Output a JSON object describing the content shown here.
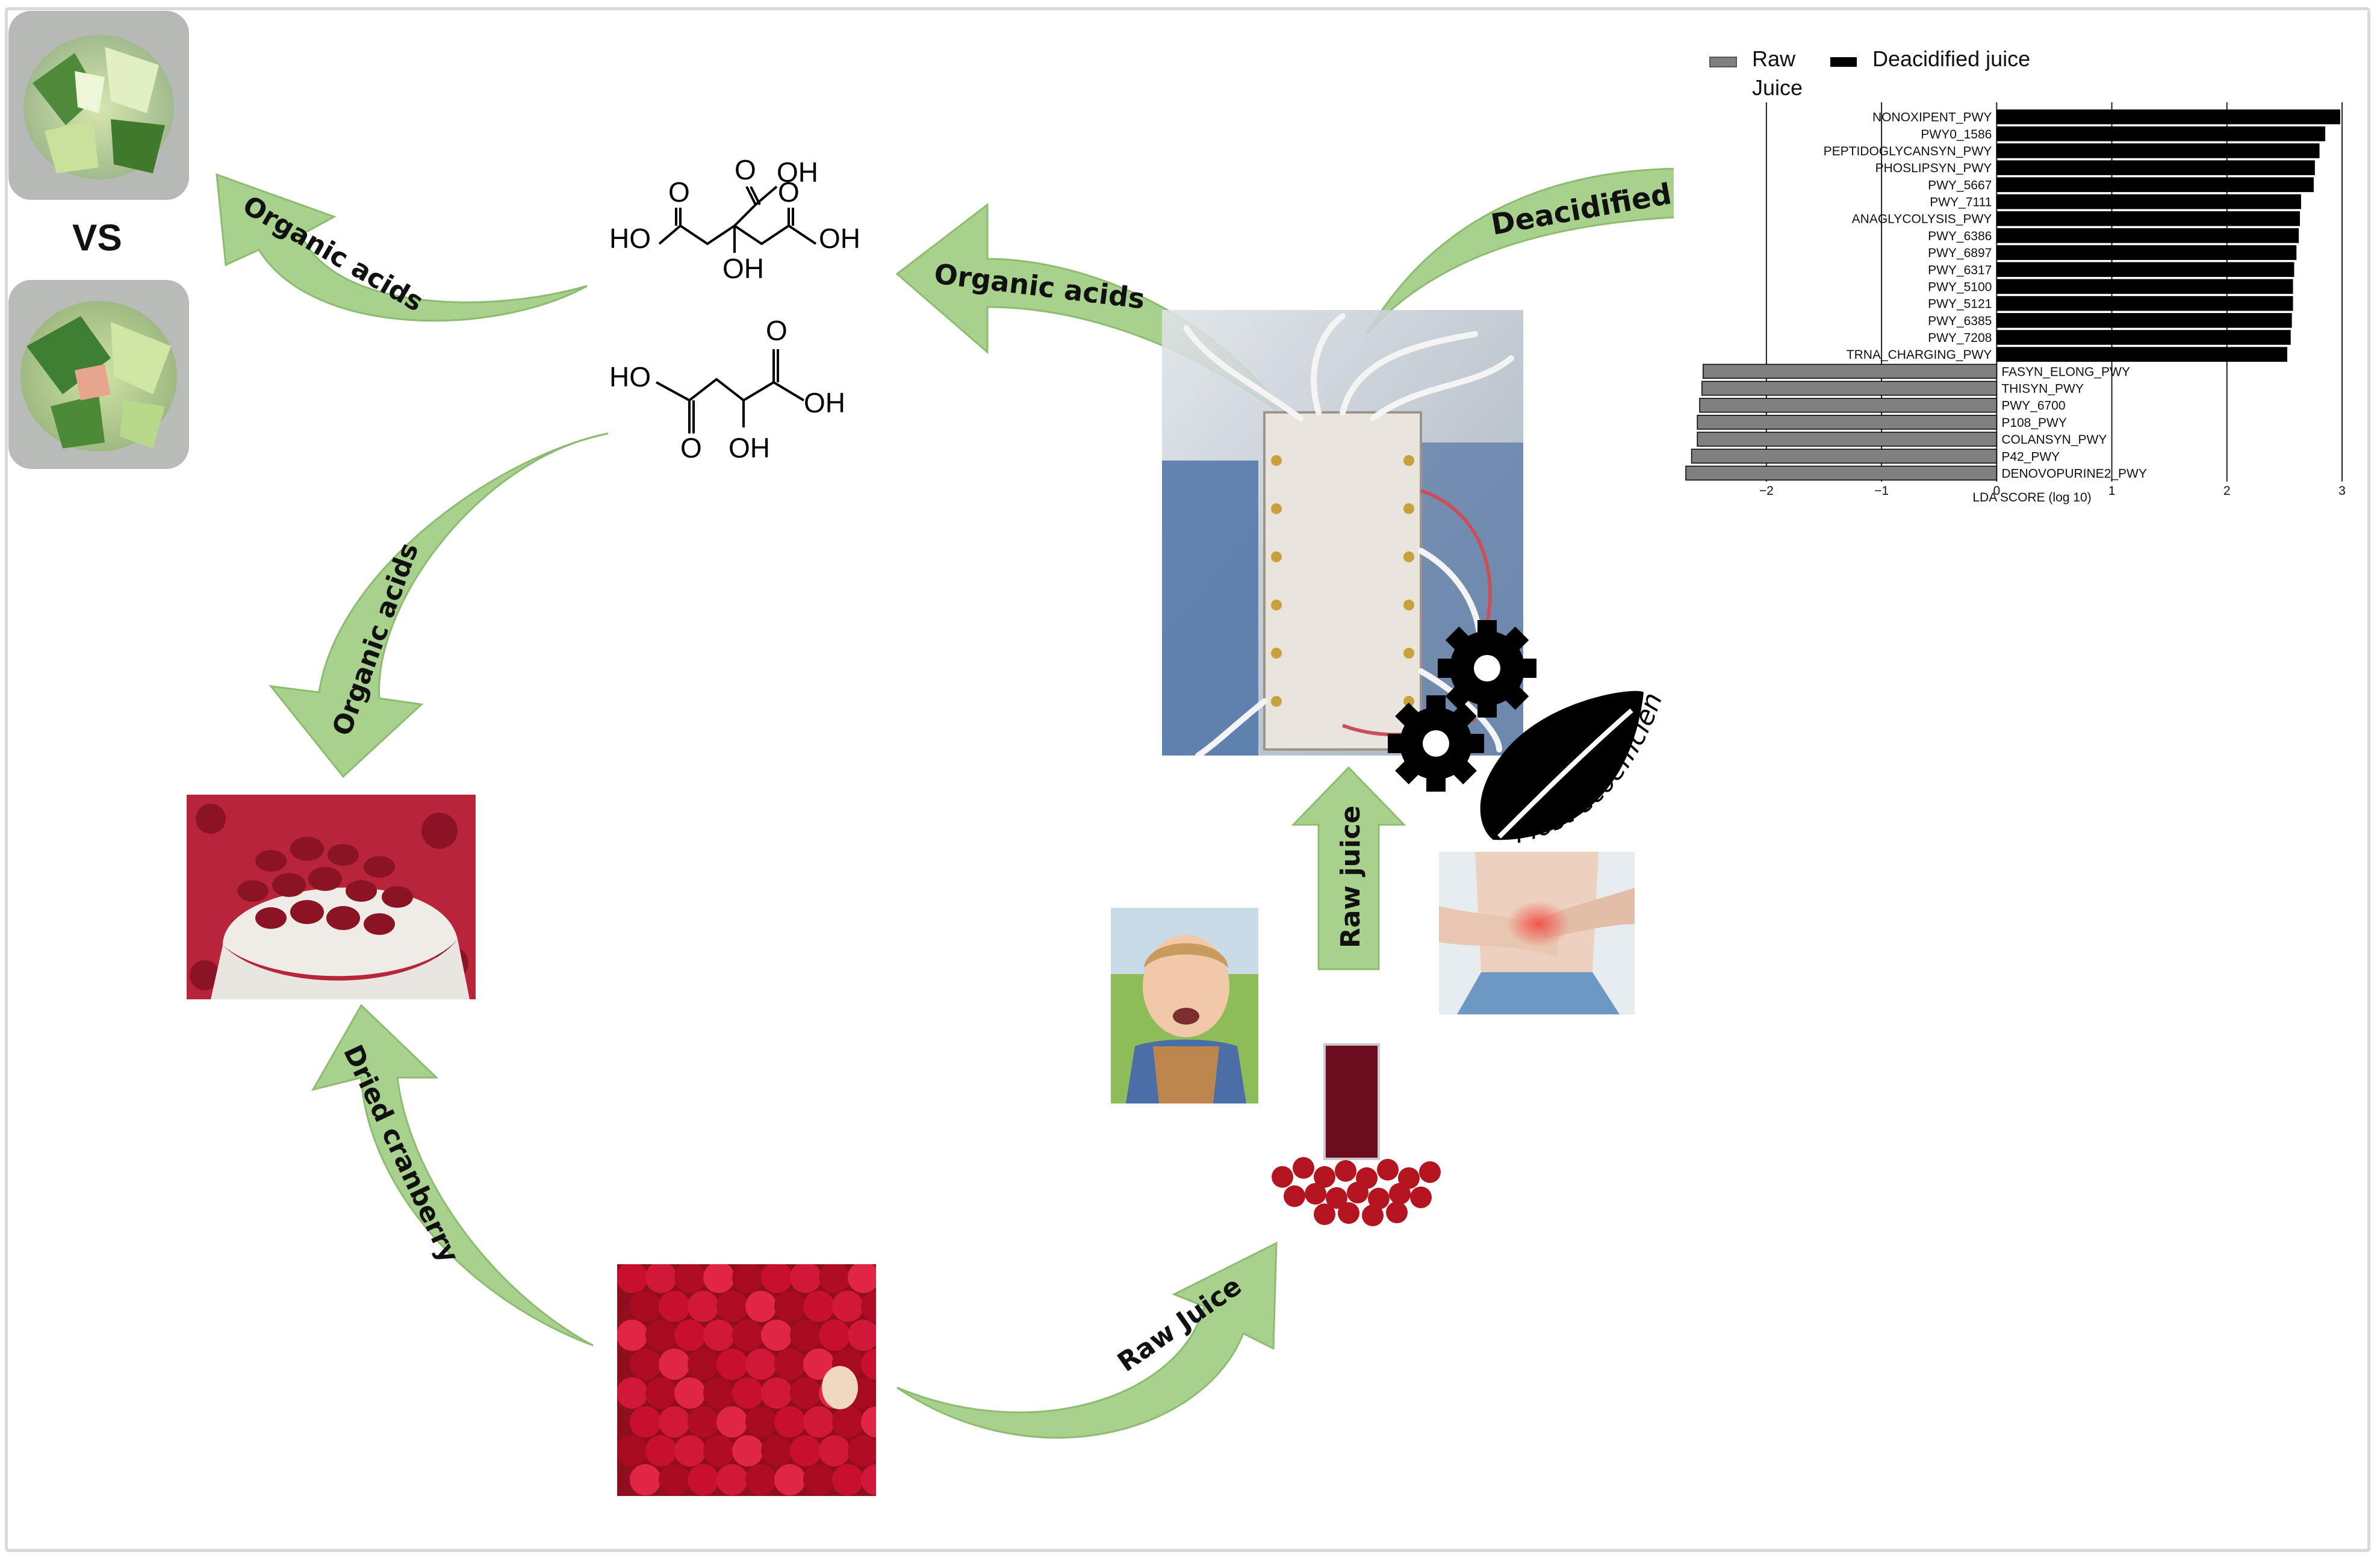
{
  "vs_label": "VS",
  "arrows": {
    "organic_acids_1": "Organic acids",
    "organic_acids_2": "Organic acids",
    "organic_acids_3": "Organic acids",
    "deacidified_juice": "Deacidified juice",
    "raw_juice_up": "Raw juice",
    "raw_juice_curve": "Raw Juice",
    "dried_cranberry": "Dried cranberry"
  },
  "chemistry": {
    "citric": {
      "oh_top": "OH",
      "ho_left": "HO",
      "oh_right": "OH",
      "oh_bottom": "OH",
      "o_left": "O",
      "o_right": "O",
      "o_top": "O"
    },
    "malic": {
      "ho_left": "HO",
      "oh_right": "OH",
      "oh_bottom": "OH",
      "o_bottom": "O",
      "o_top": "O"
    }
  },
  "eco_label": "Most ecoefficient conditions",
  "colors": {
    "arrow_fill": "#a9d18e",
    "arrow_stroke": "#8dbb70",
    "raw_bar": "#808080",
    "deacidified_bar": "#000000"
  },
  "chart_data": {
    "type": "bar",
    "orientation": "horizontal",
    "legend": [
      "Raw Juice",
      "Deacidified juice"
    ],
    "xlabel": "LDA SCORE (log 10)",
    "xlim": [
      -2.7,
      3
    ],
    "xticks": [
      "−2",
      "−1",
      "0",
      "1",
      "2",
      "3"
    ],
    "bars": [
      {
        "label": "NONOXIPENT_PWY",
        "value": 2.98,
        "group": "Deacidified juice"
      },
      {
        "label": "PWY0_1586",
        "value": 2.85,
        "group": "Deacidified juice"
      },
      {
        "label": "PEPTIDOGLYCANSYN_PWY",
        "value": 2.8,
        "group": "Deacidified juice"
      },
      {
        "label": "PHOSLIPSYN_PWY",
        "value": 2.76,
        "group": "Deacidified juice"
      },
      {
        "label": "PWY_5667",
        "value": 2.75,
        "group": "Deacidified juice"
      },
      {
        "label": "PWY_7111",
        "value": 2.64,
        "group": "Deacidified juice"
      },
      {
        "label": "ANAGLYCOLYSIS_PWY",
        "value": 2.63,
        "group": "Deacidified juice"
      },
      {
        "label": "PWY_6386",
        "value": 2.62,
        "group": "Deacidified juice"
      },
      {
        "label": "PWY_6897",
        "value": 2.6,
        "group": "Deacidified juice"
      },
      {
        "label": "PWY_6317",
        "value": 2.58,
        "group": "Deacidified juice"
      },
      {
        "label": "PWY_5100",
        "value": 2.57,
        "group": "Deacidified juice"
      },
      {
        "label": "PWY_5121",
        "value": 2.57,
        "group": "Deacidified juice"
      },
      {
        "label": "PWY_6385",
        "value": 2.56,
        "group": "Deacidified juice"
      },
      {
        "label": "PWY_7208",
        "value": 2.55,
        "group": "Deacidified juice"
      },
      {
        "label": "TRNA_CHARGING_PWY",
        "value": 2.52,
        "group": "Deacidified juice"
      },
      {
        "label": "FASYN_ELONG_PWY",
        "value": -2.55,
        "group": "Raw Juice"
      },
      {
        "label": "THISYN_PWY",
        "value": -2.56,
        "group": "Raw Juice"
      },
      {
        "label": "PWY_6700",
        "value": -2.58,
        "group": "Raw Juice"
      },
      {
        "label": "P108_PWY",
        "value": -2.6,
        "group": "Raw Juice"
      },
      {
        "label": "COLANSYN_PWY",
        "value": -2.6,
        "group": "Raw Juice"
      },
      {
        "label": "P42_PWY",
        "value": -2.65,
        "group": "Raw Juice"
      },
      {
        "label": "DENOVOPURINE2_PWY",
        "value": -2.7,
        "group": "Raw Juice"
      }
    ]
  }
}
